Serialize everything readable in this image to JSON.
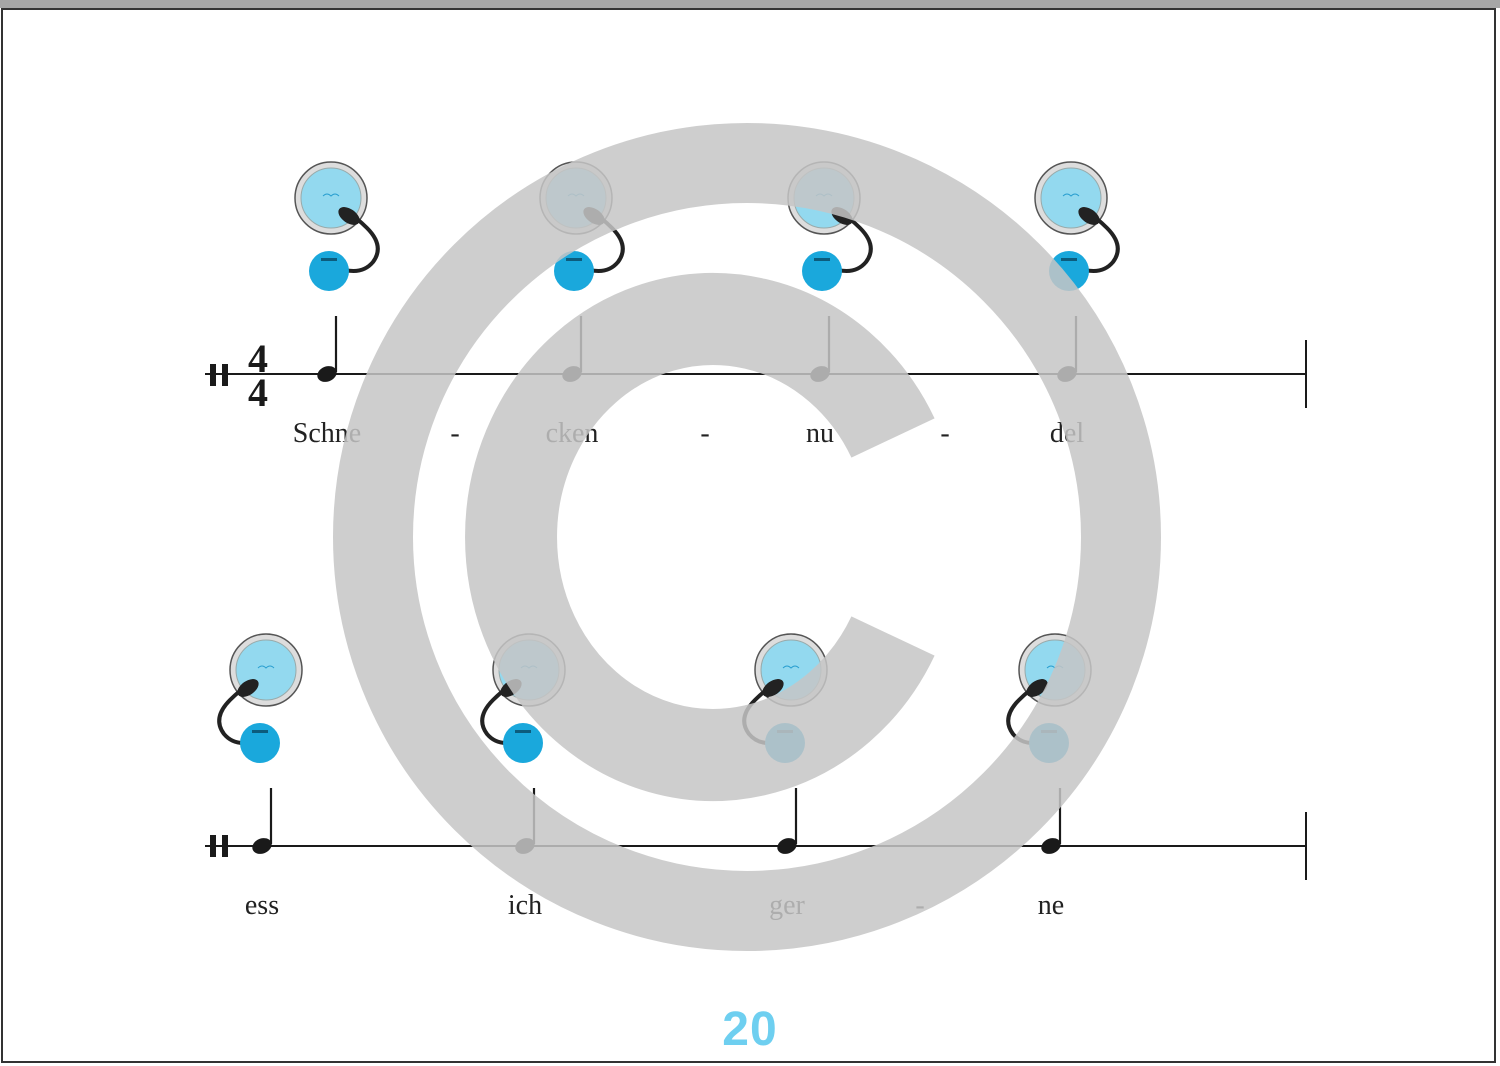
{
  "colors": {
    "note": "#1a1a1a",
    "drum_head": "#93d9ef",
    "drum_body": "#1aa8dc",
    "watermark": "#c6c6c6",
    "page_number": "#6ecff0"
  },
  "icons": {
    "drum": "hand-drum-icon",
    "watermark": "copyright-icon"
  },
  "time_signature": {
    "top": "4",
    "bottom": "4"
  },
  "systems": [
    {
      "notes": [
        {
          "syllable": "Schne"
        },
        {
          "syllable": "cken"
        },
        {
          "syllable": "nu"
        },
        {
          "syllable": "del"
        }
      ],
      "hyphens": [
        "-",
        "-",
        "-"
      ]
    },
    {
      "notes": [
        {
          "syllable": "ess"
        },
        {
          "syllable": "ich"
        },
        {
          "syllable": "ger"
        },
        {
          "syllable": "ne"
        }
      ],
      "hyphens": [
        "",
        "",
        "-"
      ]
    }
  ],
  "page_number": "20"
}
